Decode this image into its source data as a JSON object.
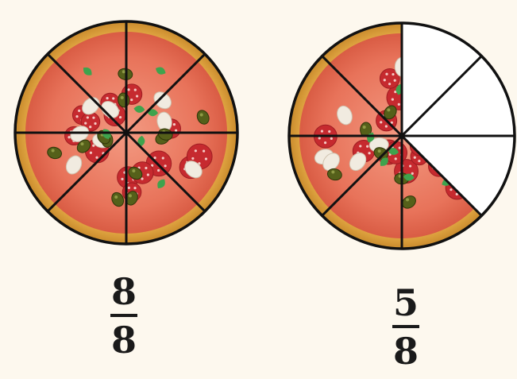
{
  "pizzas": [
    {
      "name": "whole-pizza",
      "total_slices": 8,
      "shaded_slices": 8
    },
    {
      "name": "partial-pizza",
      "total_slices": 8,
      "shaded_slices": 5
    }
  ],
  "fractions": [
    {
      "numerator": "8",
      "denominator": "8"
    },
    {
      "numerator": "5",
      "denominator": "8"
    }
  ],
  "colors": {
    "crust": "#e9b04a",
    "crust_dark": "#c98a2c",
    "sauce": "#e8735a",
    "sauce_light": "#f39a82",
    "pepperoni": "#c62a2f",
    "olive": "#55601a",
    "mushroom": "#f1ebe0",
    "basil": "#3fa34d",
    "cut_line": "#111111",
    "empty_fill": "#ffffff"
  }
}
